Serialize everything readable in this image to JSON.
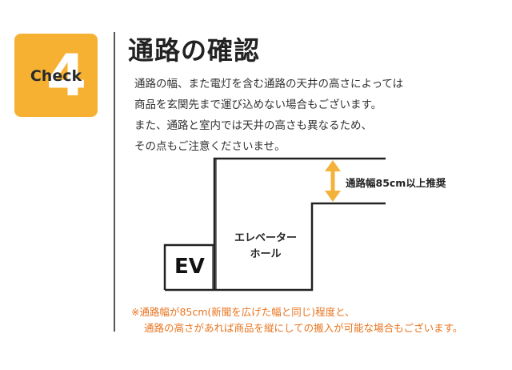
{
  "badge": {
    "number": "4",
    "label": "Check",
    "color": "#f6b133"
  },
  "title": "通路の確認",
  "body_lines": [
    "通路の幅、また電灯を含む通路の天井の高さによっては",
    "商品を玄関先まで運び込めない場合もございます。",
    "また、通路と室内では天井の高さも異なるため、",
    "その点もご注意くださいませ。"
  ],
  "diagram": {
    "ev_label": "EV",
    "hall_label_line1": "エレベーター",
    "hall_label_line2": "ホール",
    "width_label": "通路幅85cm以上推奨",
    "arrow_color": "#f3b23a"
  },
  "note": {
    "line1": "※通路幅が85cm(新聞を広げた幅と同じ)程度と、",
    "line2": "通路の高さがあれば商品を縦にしての搬入が可能な場合もございます。",
    "color": "#e8731e"
  }
}
